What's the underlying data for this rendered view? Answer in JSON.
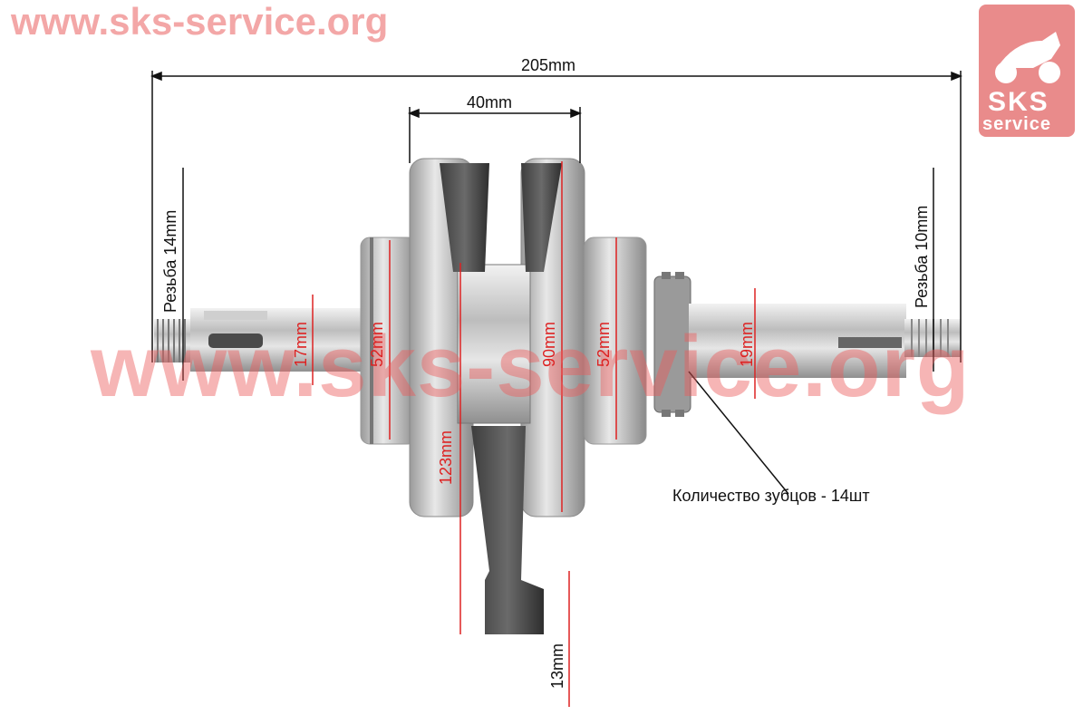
{
  "watermark": {
    "top_url": "www.sks-service.org",
    "center_url": "www.sks-service.org",
    "logo_sks": "SKS",
    "logo_service": "service"
  },
  "dimensions": {
    "total_length": "205mm",
    "web_width": "40mm",
    "left_thread": "Резьба 14mm",
    "right_thread": "Резьба 10mm",
    "left_shaft": "17mm",
    "left_bearing": "52mm",
    "flywheel": "90mm",
    "right_bearing": "52mm",
    "right_shaft": "19mm",
    "rod_length": "123mm",
    "small_end": "13mm"
  },
  "callout": "Количество зубцов - 14шт",
  "colors": {
    "watermark": "#f3a7a7",
    "logo_bg": "#e98b8b",
    "dimension_red": "#dd2222"
  }
}
